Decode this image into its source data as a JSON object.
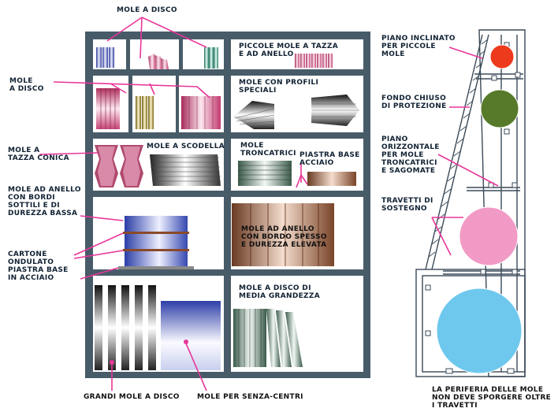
{
  "labels": {
    "mole_a_disco_top": "MOLE A DISCO",
    "mole_a_disco_left": "MOLE\nA DISCO",
    "mole_tazza_conica": "MOLE A\nTAZZA CONICA",
    "mole_anello_bordi_sottili": "MOLE AD ANELLO\nCON BORDI\nSOTTILI E DI\nDUREZZA BASSA",
    "cartone_ondulato": "CARTONE\nONDULATO\nPIASTRA BASE\nIN ACCIAIO",
    "grandi_mole_disco": "GRANDI MOLE A DISCO",
    "mole_senza_centri": "MOLE PER SENZA-CENTRI",
    "piccole_mole_tazza": "PICCOLE MOLE A TAZZA\nE AD ANELLO",
    "mole_profili_speciali": "MOLE CON PROFILI\nSPECIALI",
    "mole_scodella": "MOLE A SCODELLA",
    "mole_troncatrici": "MOLE\nTRONCATRICI",
    "piastra_base_acciaio": "PIASTRA BASE\nACCIAIO",
    "mole_anello_bordo_spesso": "MOLE AD ANELLO\nCON BORDO SPESSO\nE DUREZZA ELEVATA",
    "mole_disco_media": "MOLE A DISCO DI\nMEDIA GRANDEZZA",
    "piano_inclinato": "PIANO INCLINATO\nPER PICCOLE\nMOLE",
    "fondo_chiuso": "FONDO CHIUSO\nDI PROTEZIONE",
    "piano_orizzontale": "PIANO\nORIZZONTALE\nPER MOLE\nTRONCATRICI\nE SAGOMATE",
    "travetti_sostegno": "TRAVETTI DI\nSOSTEGNO",
    "periferia_note": "LA PERIFERIA DELLE MOLE\nNON DEVE SPORGERE OLTRE\nI TRAVETTI"
  },
  "colors": {
    "shelf_frame": "#485b68",
    "leader_line": "#e8369a",
    "label_text": "#123",
    "wheel_red": "#ee3a1c",
    "wheel_green": "#567a2a",
    "wheel_pink": "#f29ac6",
    "wheel_blue": "#6ec8ee"
  }
}
